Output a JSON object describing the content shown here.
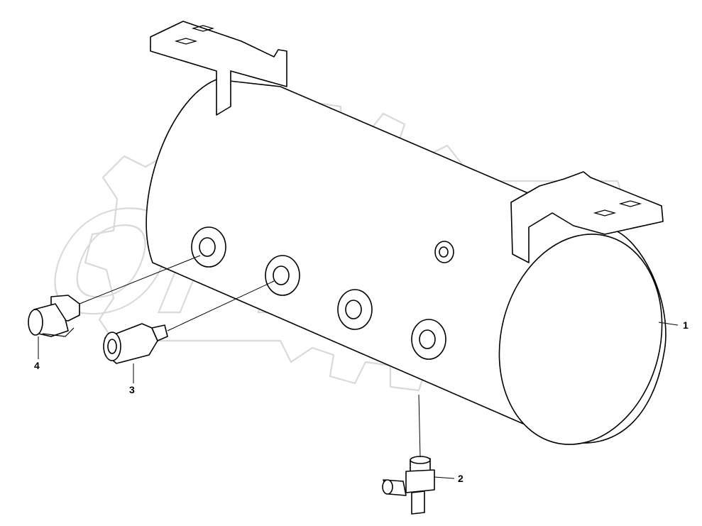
{
  "watermark": {
    "text": "OPEX",
    "color": "#d9d9d9"
  },
  "callouts": [
    {
      "id": "1",
      "label": "1"
    },
    {
      "id": "2",
      "label": "2"
    },
    {
      "id": "3",
      "label": "3"
    },
    {
      "id": "4",
      "label": "4"
    }
  ],
  "colors": {
    "line": "#000000",
    "background": "#ffffff"
  }
}
